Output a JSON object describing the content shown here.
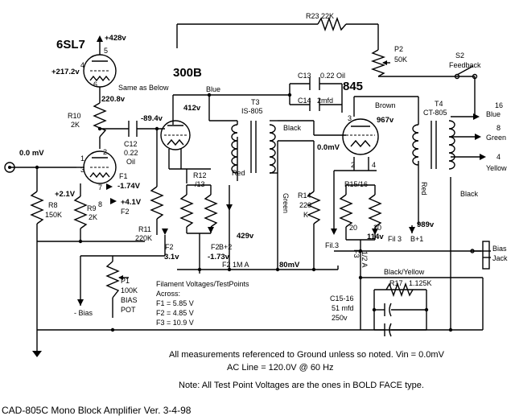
{
  "title": "CAD-805C Mono Block Amplifier   Ver. 3-4-98",
  "notes": {
    "line1": "All measurements referenced to Ground unless so noted. Vin = 0.0mV",
    "line2": "AC Line = 120.0V @ 60 Hz",
    "line3": "Note: All Test Point Voltages are the ones in BOLD FACE type."
  },
  "filament": {
    "heading": "Filament Voltages/TestPoints",
    "across": "Across:",
    "f1": "F1 = 5.85 V",
    "f2": "F2 = 4.85 V",
    "f3": "F3 = 10.9 V"
  },
  "tubes": {
    "t6sl7": "6SL7",
    "t300b": "300B",
    "t845": "845"
  },
  "labels": {
    "v428": "+428v",
    "v2172": "+217.2v",
    "v2208": "220.8v",
    "same_as_below": "Same as Below",
    "r10": "R10",
    "r10v": "2K",
    "c12": "C12",
    "c12v": "0.22",
    "c12t": "Oil",
    "v894": "-89.4v",
    "v412": "412v",
    "blue": "Blue",
    "c13": "C13",
    "c13v": "0.22 Oil",
    "c14": "C14",
    "c14v": "2mfd",
    "t3": "T3",
    "t3v": "IS-805",
    "black1": "Black",
    "red1": "Red",
    "green1": "Green",
    "brown": "Brown",
    "v967": "967v",
    "v00_845": "0.0mV",
    "t4": "T4",
    "t4v": "CT-805",
    "r23": "R23 22K",
    "p2": "P2",
    "p2v": "50K",
    "s2": "S2",
    "s2v": "Feedback",
    "o16": "16",
    "o16c": "Blue",
    "o8": "8",
    "o8c": "Green",
    "o4": "4",
    "o4c": "Yellow",
    "in_mv": "0.0 mV",
    "f1": "F1",
    "f1v": "-1.74V",
    "f2a": "+4.1V",
    "f2b": "F2",
    "v21": "+2.1V",
    "r8": "R8",
    "r8v": "150K",
    "r9": "R9",
    "r9v": "2K",
    "r11": "R11",
    "r11v": "220K",
    "r12": "R12",
    "r12v": "/13",
    "f2l": "F2",
    "f2lv": "3.1v",
    "f2r": "F2",
    "f2rv": "-1.73v",
    "bp2": "B+2",
    "v429": "429v",
    "f2line": "F2  1M A",
    "mv80": "80mV",
    "r14": "R14",
    "r14v": "220",
    "r14k": "K",
    "r15": "R15/16",
    "v20a": "20",
    "v20b": "20",
    "v114": "114v",
    "fil3": "Fil.3",
    "f3a": "F3",
    "f3b": "1/2 A",
    "fil3b": "Fil 3",
    "v989": "989v",
    "bp1": "B+1",
    "red2": "Red",
    "black2": "Black",
    "bias1": "Bias",
    "bias2": "Jack",
    "blackyellow": "Black/Yellow",
    "c1516": "C15-16",
    "c1516v": "51 mfd",
    "c1516w": "250v",
    "r17": "R17",
    "r17v": "1.125K",
    "p1": "P1",
    "p1v": "100K",
    "p1t": "BIAS",
    "p1p": "POT",
    "nbias": "- Bias",
    "pin5": "5",
    "pin4": "4",
    "pin6": "6",
    "pin2": "2",
    "pin1": "1",
    "pin3": "3",
    "pin7": "7",
    "pin8": "8",
    "pin3b": "3",
    "pin2b": "2",
    "pin4b": "4"
  }
}
